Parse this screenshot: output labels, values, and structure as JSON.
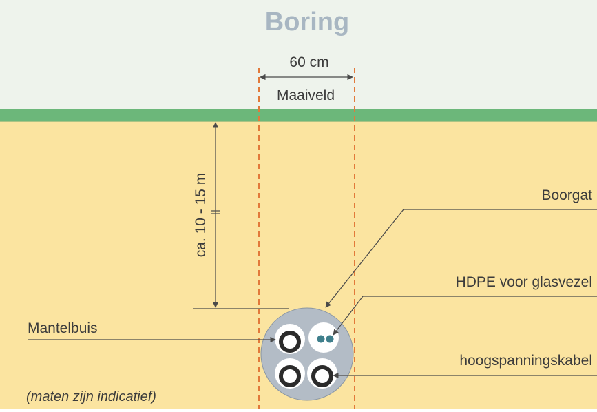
{
  "title": "Boring",
  "labels": {
    "width": "60 cm",
    "ground_level": "Maaiveld",
    "depth": "ca. 10 - 15 m",
    "borehole": "Boorgat",
    "hdpe": "HDPE voor glasvezel",
    "casing_pipe": "Mantelbuis",
    "hv_cable": "hoogspanningskabel",
    "note": "(maten zijn indicatief)"
  },
  "colors": {
    "sky": "#eef3ec",
    "grass": "#6cb77a",
    "soil": "#fbe4a0",
    "title": "#a8b6c2",
    "text": "#3c3c3c",
    "dash": "#e2793a",
    "line": "#4a4a4a",
    "bore": "#b3bcc6",
    "cable": "#2b2b2b",
    "fiber": "#3f7f8c"
  }
}
